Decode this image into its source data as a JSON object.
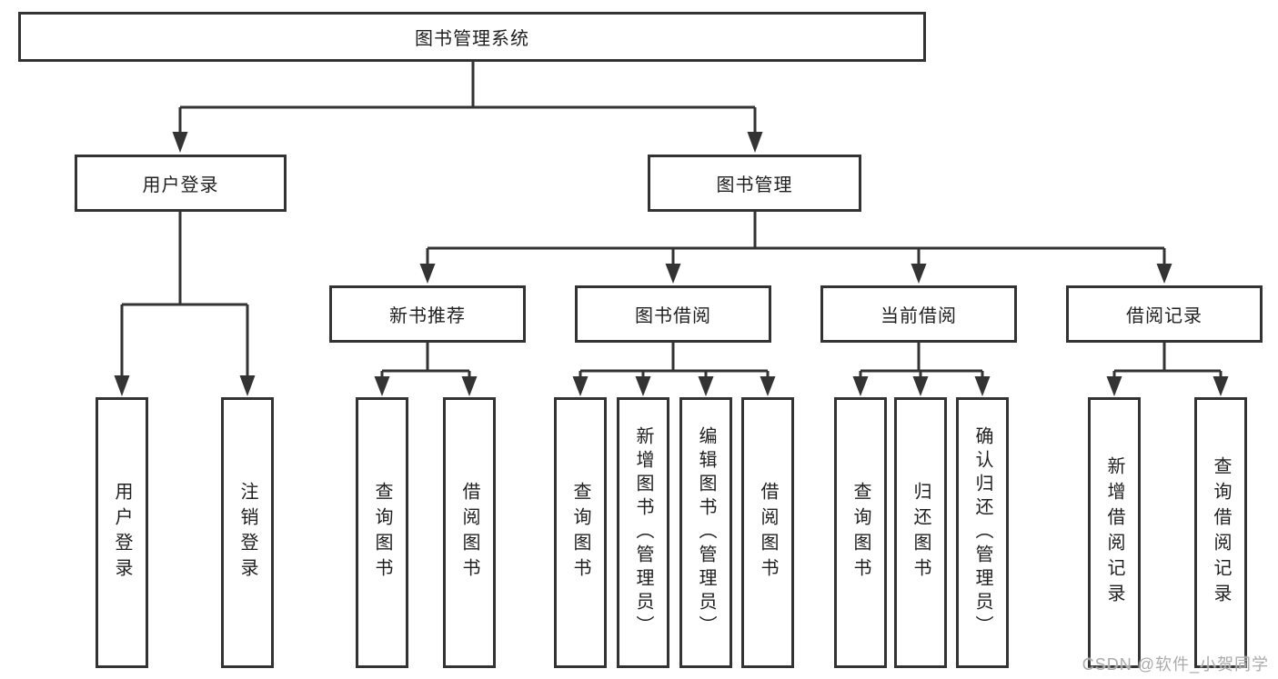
{
  "diagram": {
    "root": {
      "label": "图书管理系统"
    },
    "user_login": {
      "label": "用户登录",
      "children": [
        "用户登录",
        "注销登录"
      ]
    },
    "book_management": {
      "label": "图书管理",
      "sections": [
        {
          "label": "新书推荐",
          "children": [
            "查询图书",
            "借阅图书"
          ]
        },
        {
          "label": "图书借阅",
          "children": [
            "查询图书",
            "新增图书（管理员）",
            "编辑图书（管理员）",
            "借阅图书"
          ]
        },
        {
          "label": "当前借阅",
          "children": [
            "查询图书",
            "归还图书",
            "确认归还（管理员）"
          ]
        },
        {
          "label": "借阅记录",
          "children": [
            "新增借阅记录",
            "查询借阅记录"
          ]
        }
      ]
    }
  },
  "watermark": {
    "text": "CSDN @软件_小贺同学"
  },
  "colors": {
    "line": "#333333",
    "text": "#1f1f1f",
    "watermark": "#ababab",
    "background": "#ffffff"
  }
}
